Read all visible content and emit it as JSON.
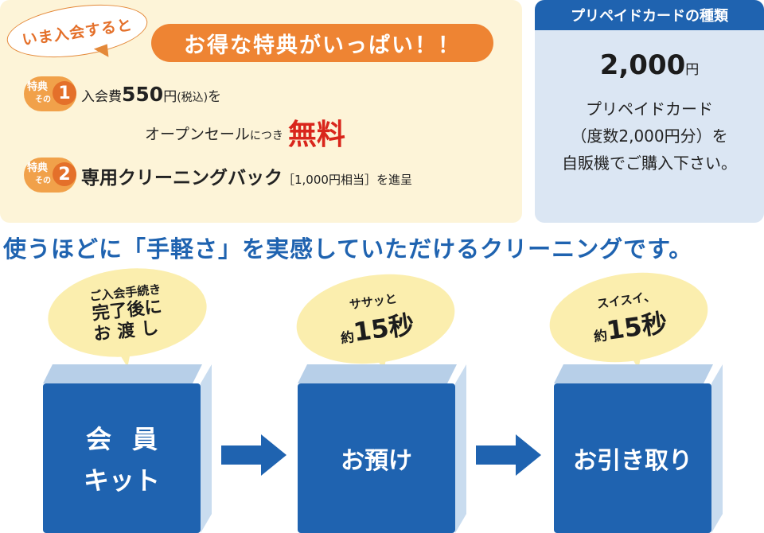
{
  "benefits": {
    "join_bubble": "いま入会すると",
    "headline": "お得な特典がいっぱい！！",
    "badge_label": "特典",
    "badge_sub": "その",
    "perk1": {
      "num": "1",
      "prefix": "入会費",
      "amount": "550",
      "unit": "円",
      "tax": "(税込)",
      "suffix": "を",
      "line2_main": "オープンセール",
      "line2_small": "につき",
      "free": "無料"
    },
    "perk2": {
      "num": "2",
      "item": "専用クリーニングバック",
      "value": "［1,000円相当］",
      "suffix": "を進呈"
    }
  },
  "prepaid": {
    "title": "プリペイドカードの種類",
    "price": "2,000",
    "price_unit": "円",
    "desc_line1": "プリペイドカード",
    "desc_line2": "（度数2,000円分）を",
    "desc_line3": "自販機でご購入下さい。"
  },
  "tagline": "使うほどに「手軽さ」を実感していただけるクリーニングです。",
  "steps": [
    {
      "bubble_l1": "ご入会手続き",
      "bubble_l2": "完了後に",
      "bubble_l3": "お渡し",
      "box_l1": "会員",
      "box_l2": "キット"
    },
    {
      "bubble_l1": "ササッと",
      "bubble_prefix": "約",
      "bubble_big": "15秒",
      "box": "お預け"
    },
    {
      "bubble_l1": "スイスイ、",
      "bubble_prefix": "約",
      "bubble_big": "15秒",
      "box": "お引き取り"
    }
  ],
  "colors": {
    "brand_blue": "#1f63b0",
    "accent_orange": "#ee8433",
    "free_red": "#d9261c",
    "panel_cream": "#fdf4d8",
    "panel_blue": "#dbe6f3",
    "bubble_yellow": "#fbeeae"
  }
}
